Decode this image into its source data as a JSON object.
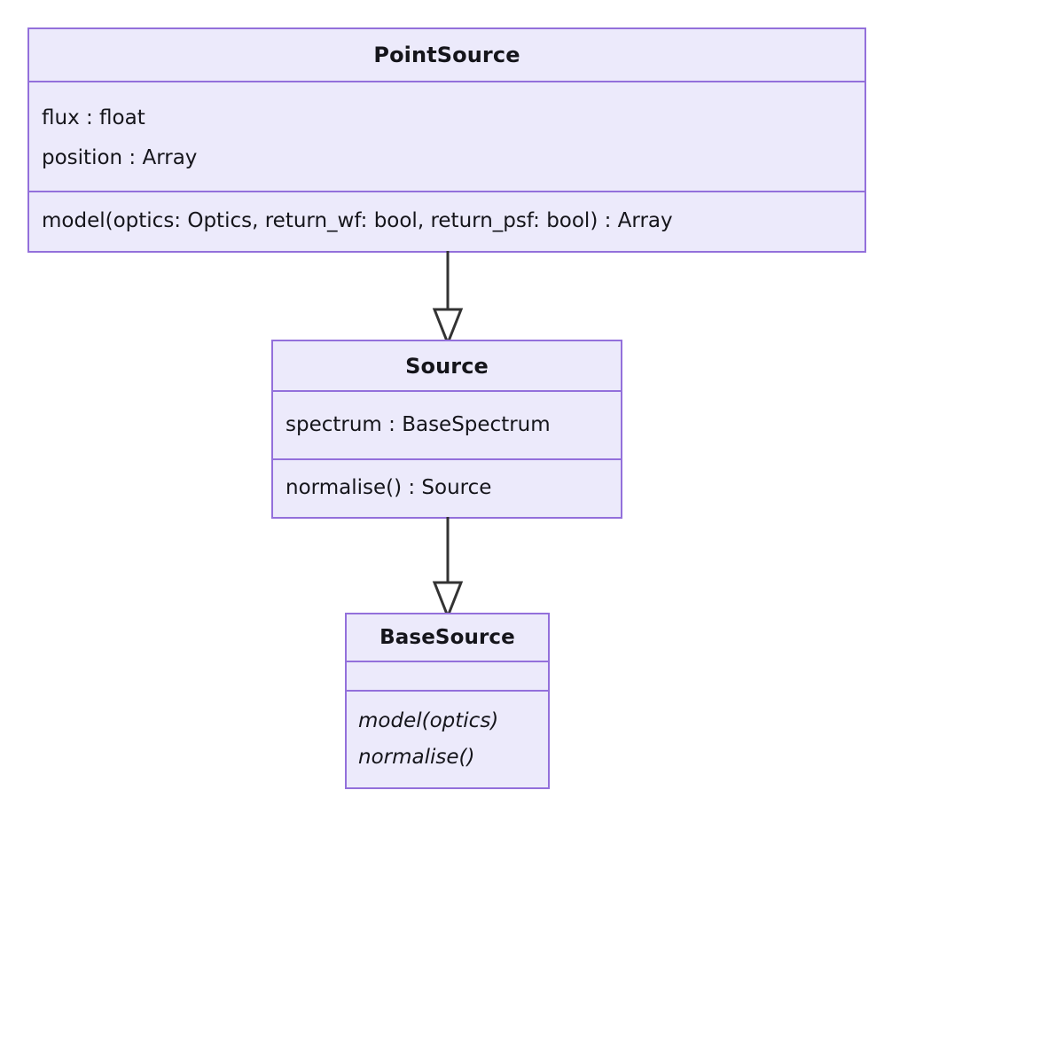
{
  "diagram": {
    "type": "uml-class-diagram",
    "background_color": "#ffffff",
    "box_fill_color": "#ECEAFB",
    "box_border_color": "#9370DB",
    "text_color": "#15151b",
    "edge_color": "#333333",
    "classes": [
      {
        "id": "pointsource",
        "name": "PointSource",
        "attributes": [
          "flux : float",
          "position : Array"
        ],
        "operations": [
          "model(optics: Optics, return_wf: bool, return_psf: bool) : Array"
        ]
      },
      {
        "id": "source",
        "name": "Source",
        "attributes": [
          "spectrum : BaseSpectrum"
        ],
        "operations": [
          "normalise() : Source"
        ]
      },
      {
        "id": "basesource",
        "name": "BaseSource",
        "attributes": [],
        "operations": [
          "model(optics)",
          "normalise()"
        ],
        "abstract_operations": true
      }
    ],
    "relationships": [
      {
        "kind": "inheritance",
        "label": "",
        "from": "PointSource",
        "to": "Source",
        "arrow": "hollow-triangle"
      },
      {
        "kind": "inheritance",
        "label": "",
        "from": "Source",
        "to": "BaseSource",
        "arrow": "hollow-triangle"
      }
    ]
  }
}
